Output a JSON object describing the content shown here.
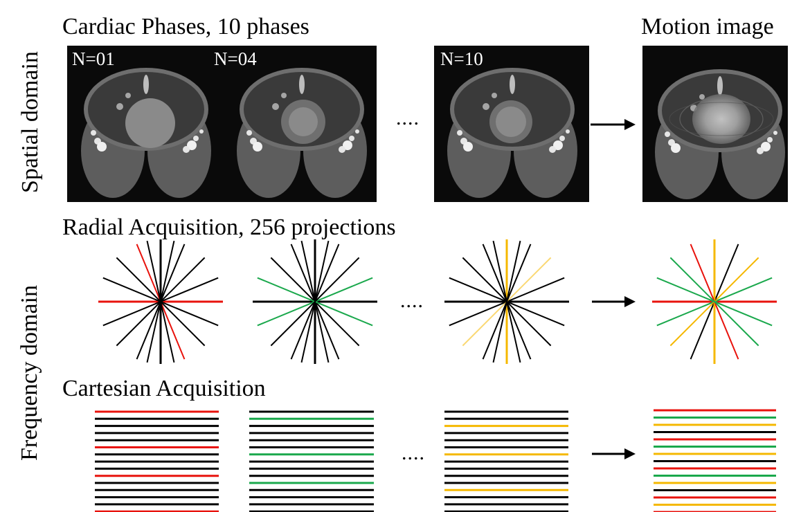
{
  "headings": {
    "cardiac": "Cardiac Phases, 10 phases",
    "motion": "Motion image",
    "radial": "Radial Acquisition, 256 projections",
    "cartesian": "Cartesian Acquisition"
  },
  "side_labels": {
    "spatial": "Spatial domain",
    "frequency": "Frequency domain"
  },
  "phase_labels": [
    "N=01",
    "N=04",
    "N=10"
  ],
  "ellipsis": "....",
  "colors": {
    "phase_1": "#e8120c",
    "phase_4": "#1aa84c",
    "phase_10": "#f5b800",
    "other": "#000000",
    "image_background": "#0a0a0a"
  },
  "icons": [
    "arrow-right-icon"
  ]
}
